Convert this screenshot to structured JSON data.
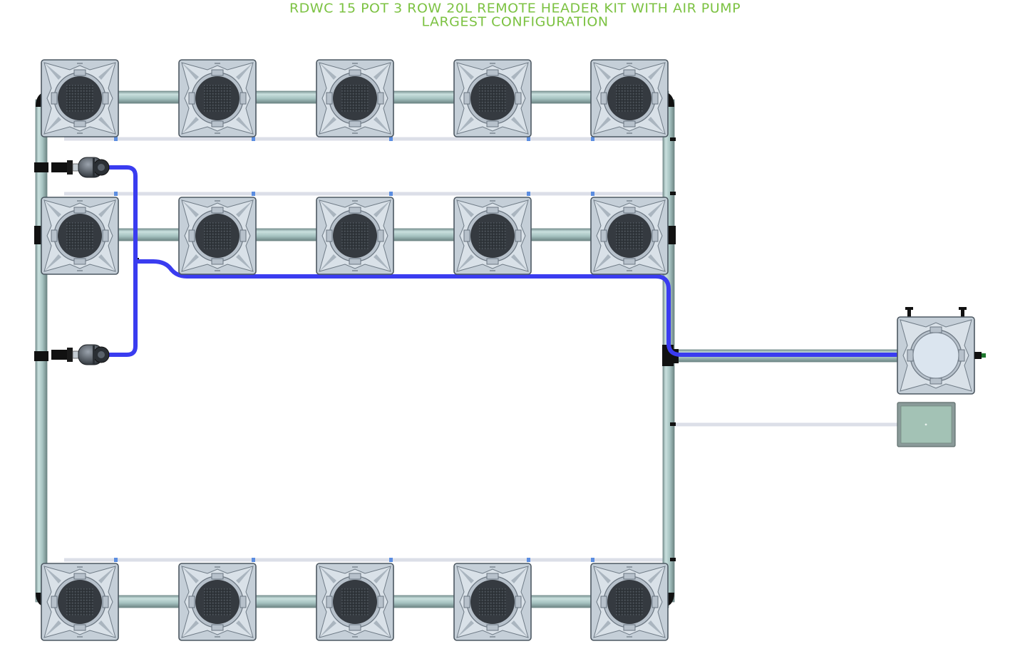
{
  "title": {
    "line1": "RDWC 15 POT 3 ROW 20L REMOTE HEADER KIT WITH AIR PUMP",
    "line2": "LARGEST CONFIGURATION"
  },
  "layout_summary": {
    "rows": 3,
    "pots_per_row": 5,
    "pumps": 2,
    "header_tank": 1,
    "air_pump": 1
  },
  "colors": {
    "title": "#7cc242",
    "pipe": "#a9c7c5",
    "pipe_edge": "#7d9695",
    "pot_body": "#c9d2db",
    "pot_edge": "#5b6670",
    "net_pot": "#3b4045",
    "hose": "#3a3cf0",
    "air_line": "#dcdfe8",
    "fitting": "#111111",
    "air_pump_body": "#a3c2b5",
    "air_pump_frame": "#8a9a99",
    "lid": "#dbe5ef"
  },
  "icons": {
    "pot": "pot-icon",
    "pump": "pump-icon",
    "header_tank": "header-tank-icon",
    "air_pump": "air-pump-icon"
  }
}
